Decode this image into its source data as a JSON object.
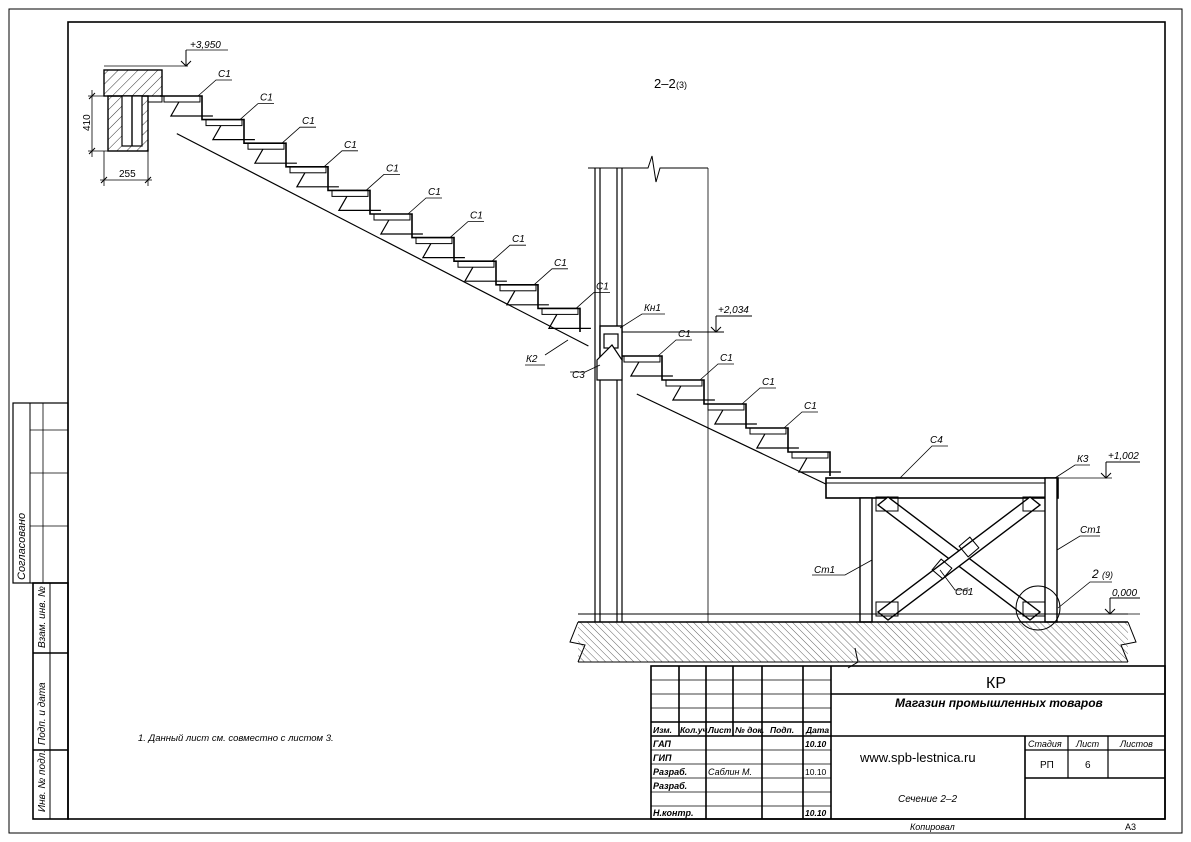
{
  "drawing": {
    "section_title": "2–2",
    "section_ref": "(3)",
    "elevations": {
      "top": "+3,950",
      "mid": "+2,034",
      "platform": "+1,002",
      "ground": "0,000"
    },
    "dims": {
      "height": "410",
      "width": "255"
    },
    "step_labels": [
      "С1",
      "С1",
      "С1",
      "С1",
      "С1",
      "С1",
      "С1",
      "С1",
      "С1",
      "С1",
      "С1",
      "С1",
      "С1",
      "С1"
    ],
    "labels": {
      "upper_stringer": "К2",
      "upper_post": "С3",
      "landing_beam": "Кн1",
      "platform_stringer": "С4",
      "platform_beam": "К3",
      "brace": "Сб1",
      "left_column": "Ст1",
      "right_column": "Ст1",
      "detail_ref": "2",
      "detail_sheet": "(9)"
    },
    "note": "1. Данный лист см. совместно с листом 3."
  },
  "left_stamp": {
    "agreed": "Согласовано",
    "inv_replace": "Взам. инв. №",
    "sign_date": "Подп. и дата",
    "inv_orig": "Инв. № подл."
  },
  "title_block": {
    "code": "КР",
    "project": "Магазин промышленных товаров",
    "website": "www.spb-lestnica.ru",
    "sheet_title": "Сечение 2–2",
    "headers": [
      "Изм.",
      "Кол.уч.",
      "Лист",
      "№ док.",
      "Подп.",
      "Дата"
    ],
    "rows": [
      {
        "role": "ГАП",
        "name": "",
        "date": "10.10"
      },
      {
        "role": "ГИП",
        "name": "",
        "date": ""
      },
      {
        "role": "Разраб.",
        "name": "Саблин М.",
        "date": "10.10"
      },
      {
        "role": "Разраб.",
        "name": "",
        "date": ""
      },
      {
        "role": "Н.контр.",
        "name": "",
        "date": "10.10"
      }
    ],
    "stage_header": "Стадия",
    "sheet_header": "Лист",
    "sheets_header": "Листов",
    "stage": "РП",
    "sheet_no": "6",
    "sheets_total": "",
    "copied": "Копировал",
    "format": "А3"
  }
}
